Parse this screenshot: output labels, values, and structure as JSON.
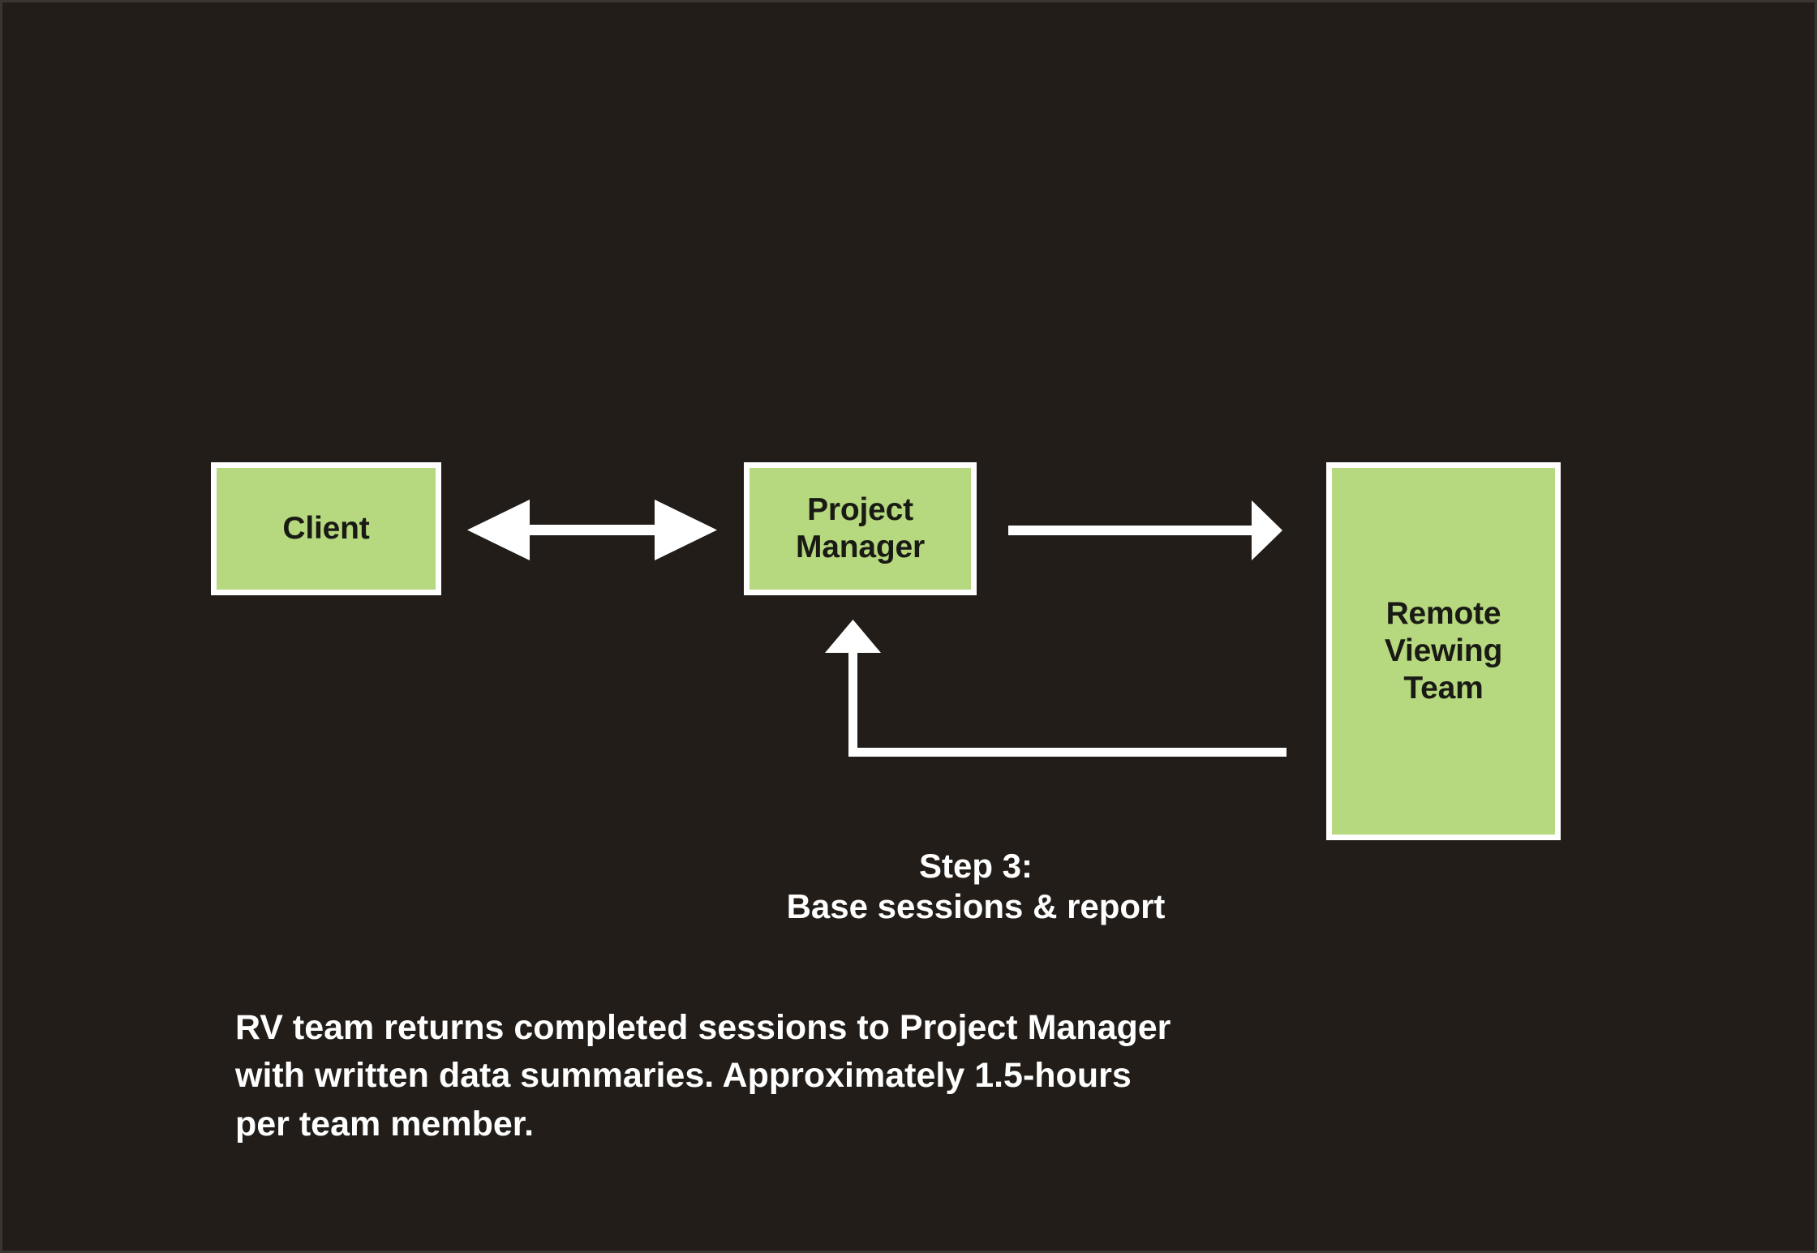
{
  "slide": {
    "background_color": "#221d19",
    "node_fill_color": "#b6d87f",
    "node_border_color": "#ffffff",
    "node_text_color": "#1a1a14",
    "caption_text_color": "#ffffff",
    "arrow_color": "#ffffff"
  },
  "nodes": [
    {
      "id": "client",
      "label": "Client"
    },
    {
      "id": "pm",
      "label": "Project\nManager"
    },
    {
      "id": "rv",
      "label": "Remote\nViewing\nTeam"
    }
  ],
  "connectors": [
    {
      "id": "client-pm",
      "name": "client-to-project-manager",
      "style": "double-headed-arrow",
      "from": "client",
      "to": "pm"
    },
    {
      "id": "pm-rv",
      "name": "project-manager-to-remote-viewing-team",
      "style": "single-arrow",
      "from": "pm",
      "to": "rv"
    },
    {
      "id": "rv-pm-return",
      "name": "remote-viewing-team-returns-to-project-manager",
      "style": "elbow-arrow-up",
      "from": "rv",
      "to": "pm"
    }
  ],
  "step_caption": {
    "line1": "Step 3:",
    "line2": "Base sessions & report",
    "text": "Step 3:\nBase sessions & report"
  },
  "body_caption": {
    "line1": "RV team returns completed sessions to Project Manager",
    "line2": "with written data summaries. Approximately 1.5-hours",
    "line3": "per team member.",
    "text": "RV team returns completed sessions to Project Manager\nwith written data summaries. Approximately 1.5-hours\nper team member."
  }
}
